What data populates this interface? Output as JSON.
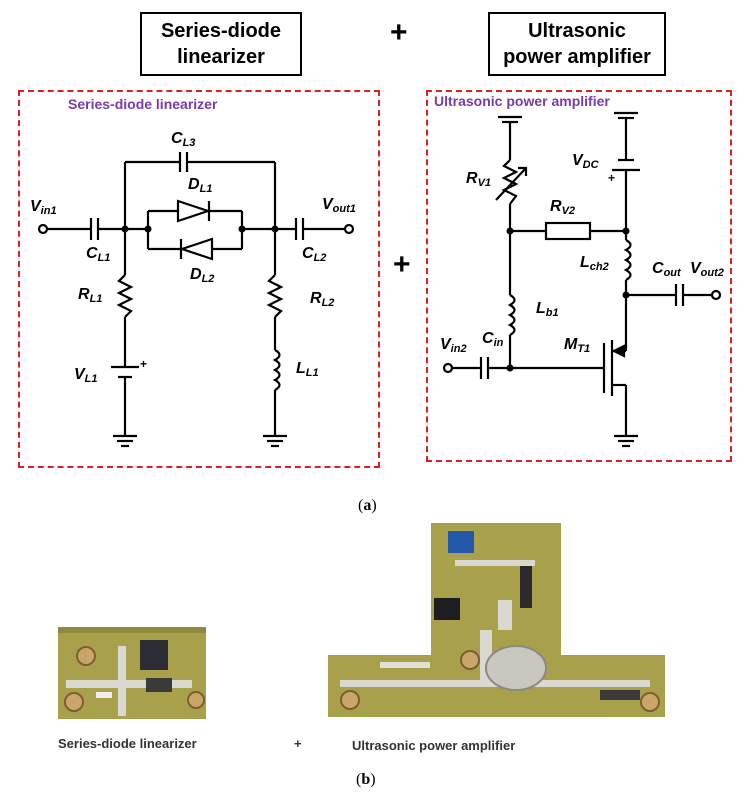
{
  "header": {
    "left_box": [
      "Series-diode",
      "linearizer"
    ],
    "plus": "+",
    "right_box": [
      "Ultrasonic",
      "power amplifier"
    ]
  },
  "left_block": {
    "title": "Series-diode linearizer",
    "labels": {
      "cl3": {
        "main": "C",
        "sub": "L3"
      },
      "dl1": {
        "main": "D",
        "sub": "L1"
      },
      "vin1": {
        "main": "V",
        "sub": "in1"
      },
      "vout1": {
        "main": "V",
        "sub": "out1"
      },
      "cl1": {
        "main": "C",
        "sub": "L1"
      },
      "cl2": {
        "main": "C",
        "sub": "L2"
      },
      "dl2": {
        "main": "D",
        "sub": "L2"
      },
      "rl1": {
        "main": "R",
        "sub": "L1"
      },
      "rl2": {
        "main": "R",
        "sub": "L2"
      },
      "vl1": {
        "main": "V",
        "sub": "L1"
      },
      "ll1": {
        "main": "L",
        "sub": "L1"
      }
    }
  },
  "middle_plus": "+",
  "right_block": {
    "title": "Ultrasonic power amplifier",
    "labels": {
      "vdc": {
        "main": "V",
        "sub": "DC"
      },
      "rv1": {
        "main": "R",
        "sub": "V1"
      },
      "rv2": {
        "main": "R",
        "sub": "V2"
      },
      "lch2": {
        "main": "L",
        "sub": "ch2"
      },
      "cout": {
        "main": "C",
        "sub": "out"
      },
      "vout2": {
        "main": "V",
        "sub": "out2"
      },
      "lb1": {
        "main": "L",
        "sub": "b1"
      },
      "vin2": {
        "main": "V",
        "sub": "in2"
      },
      "cin": {
        "main": "C",
        "sub": "in"
      },
      "mt1": {
        "main": "M",
        "sub": "T1"
      }
    }
  },
  "caption_a": {
    "open": "(",
    "letter": "a",
    "close": ")"
  },
  "photos": {
    "left_caption": "Series-diode linearizer",
    "plus": "+",
    "right_caption": "Ultrasonic power amplifier"
  },
  "caption_b": {
    "open": "(",
    "letter": "b",
    "close": ")"
  },
  "colors": {
    "dashed_border": "#e02020",
    "block_title": "#7a3aa8",
    "pcb_green": "#a8a04a",
    "trace_silver": "#d8d8d0"
  }
}
